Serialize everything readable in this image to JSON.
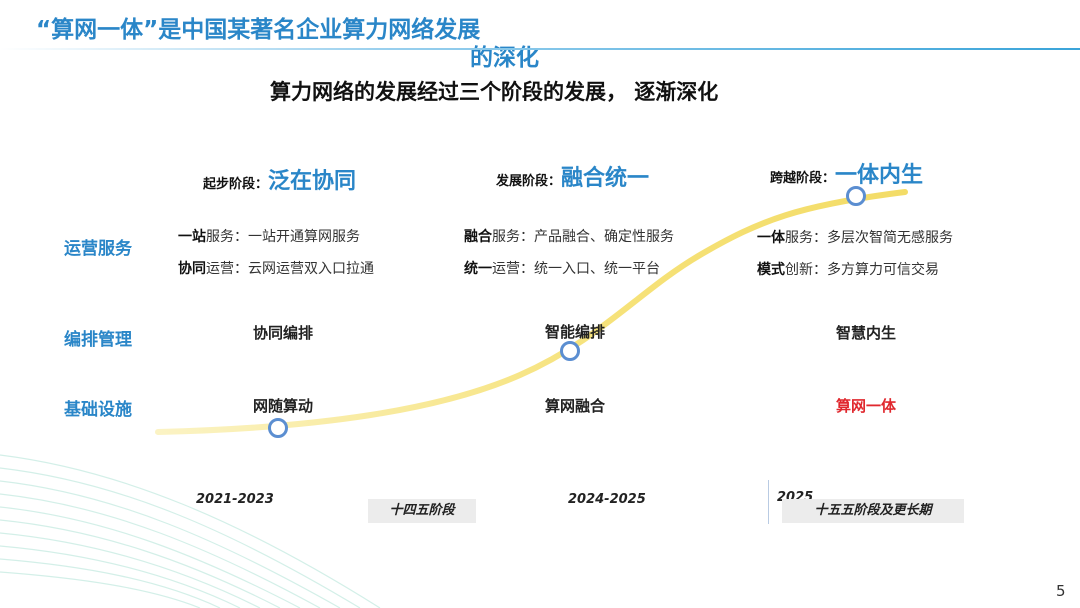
{
  "title": {
    "line1": "“算网一体”是中国某著名企业算力网络发展",
    "line2": "的深化"
  },
  "subtitle": "算力网络的发展经过三个阶段的发展， 逐渐深化",
  "stages": [
    {
      "label": "起步阶段：",
      "name": "泛在协同"
    },
    {
      "label": "发展阶段：",
      "name": "融合统一"
    },
    {
      "label": "跨越阶段：",
      "name": "一体内生"
    }
  ],
  "row_labels": {
    "ops": "运营服务",
    "orch": "编排管理",
    "infra": "基础设施"
  },
  "services": [
    [
      {
        "key": "一站",
        "rest": "服务：一站开通算网服务"
      },
      {
        "key": "协同",
        "rest": "运营：云网运营双入口拉通"
      }
    ],
    [
      {
        "key": "融合",
        "rest": "服务：产品融合、确定性服务"
      },
      {
        "key": "统一",
        "rest": "运营：统一入口、统一平台"
      }
    ],
    [
      {
        "key": "一体",
        "rest": "服务：多层次智简无感服务"
      },
      {
        "key": "模式",
        "rest": "创新：多方算力可信交易"
      }
    ]
  ],
  "orchestration": [
    "协同编排",
    "智能编排",
    "智慧内生"
  ],
  "infrastructure": [
    "网随算动",
    "算网融合",
    "算网一体"
  ],
  "years": [
    "2021-2023",
    "2024-2025",
    "2025"
  ],
  "periods": [
    "十四五阶段",
    "十五五阶段及更长期"
  ],
  "page_number": "5",
  "colors": {
    "accent": "#2a86c8",
    "highlight": "#e0282e",
    "curve": "#f4e27a",
    "marker_stroke": "#5b8ed1"
  }
}
